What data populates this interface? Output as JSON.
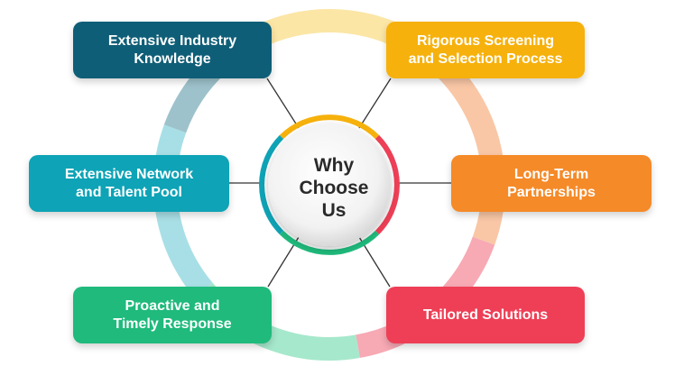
{
  "center": {
    "text": "Why\nChoose\nUs"
  },
  "cards": [
    {
      "id": "industry",
      "text": "Extensive Industry\nKnowledge",
      "color": "#0f5e77"
    },
    {
      "id": "screening",
      "text": "Rigorous Screening\nand Selection Process",
      "color": "#f6b10c"
    },
    {
      "id": "network",
      "text": "Extensive Network\nand Talent Pool",
      "color": "#0ea3b6"
    },
    {
      "id": "partnerships",
      "text": "Long-Term\nPartnerships",
      "color": "#f58a28"
    },
    {
      "id": "proactive",
      "text": "Proactive and\nTimely Response",
      "color": "#1fba7c"
    },
    {
      "id": "tailored",
      "text": "Tailored Solutions",
      "color": "#ee3f56"
    }
  ],
  "ring_colors": {
    "top": "#fbe6a6",
    "right": "#f9c7a6",
    "bottom_right": "#f7a9b4",
    "bottom": "#a6e8cc",
    "left": "#a8dfe6",
    "top_left": "#9ec2cc"
  }
}
